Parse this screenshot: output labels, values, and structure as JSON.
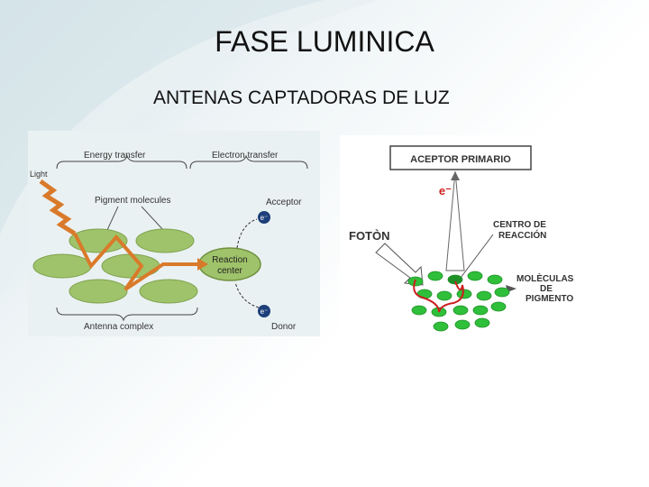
{
  "slide": {
    "title": "FASE LUMINICA",
    "subtitle": "ANTENAS CAPTADORAS DE LUZ"
  },
  "left_figure": {
    "energy_transfer": "Energy transfer",
    "electron_transfer": "Electron transfer",
    "light": "Light",
    "pigment_molecules": "Pigment molecules",
    "acceptor": "Acceptor",
    "electron": "e⁻",
    "reaction_line1": "Reaction",
    "reaction_line2": "center",
    "antenna_complex": "Antenna complex",
    "donor": "Donor",
    "colors": {
      "pellet": "#9fc36a",
      "arrow": "#d97a2a",
      "bg": "#eaf1f2"
    }
  },
  "right_figure": {
    "aceptor_primario": "ACEPTOR PRIMARIO",
    "electron": "e⁻",
    "centro_line1": "CENTRO DE",
    "centro_line2": "REACCIÓN",
    "foton": "FOTÒN",
    "moleculas_line1": "MOLÈCULAS",
    "moleculas_line2": "DE",
    "moleculas_line3": "PIGMENTO",
    "colors": {
      "pigment": "#2fbf3a",
      "arrow": "#cc1f1f"
    }
  }
}
